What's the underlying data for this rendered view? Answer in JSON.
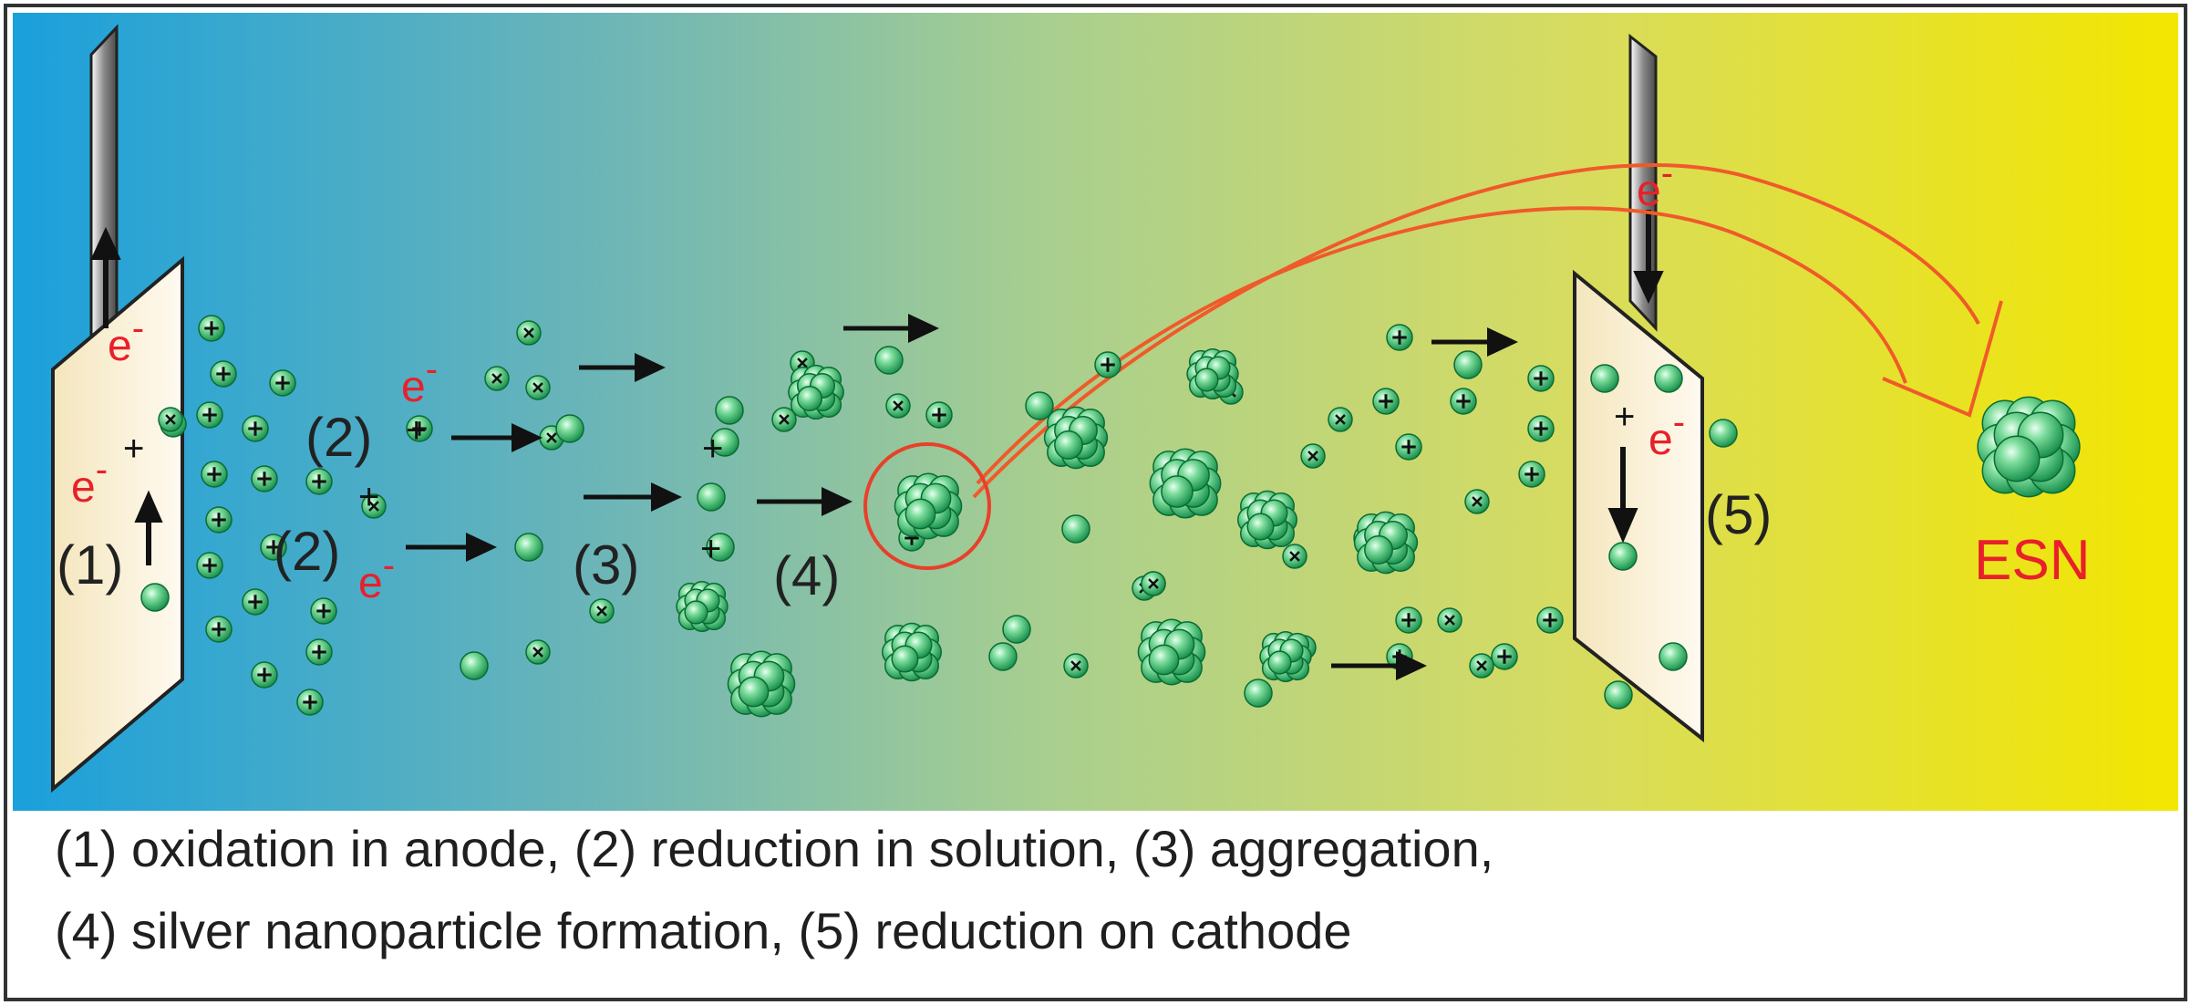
{
  "diagram": {
    "step_labels": [
      "(1)",
      "(2)",
      "(2)",
      "(3)",
      "(4)",
      "(5)"
    ],
    "electron_label": "e",
    "electron_sup": "-",
    "cation_label": "+",
    "product_label": "ESN"
  },
  "caption": {
    "line1": "(1) oxidation in anode,  (2) reduction in solution, (3) aggregation,",
    "line2": "(4) silver nanoparticle formation, (5) reduction on cathode"
  },
  "colors": {
    "background_left": "#1aa0dc",
    "background_mid": "#a9cf8f",
    "background_right": "#f3e600",
    "electron_text": "#e8202a",
    "highlight_ring": "#e8402a",
    "particle": "#2bb35f",
    "electrode": "#fbf3d8"
  },
  "icons": [
    "anode-electrode",
    "cathode-electrode",
    "silver-ion",
    "silver-atom",
    "nanoparticle-cluster",
    "flow-arrow",
    "curved-arrow"
  ]
}
